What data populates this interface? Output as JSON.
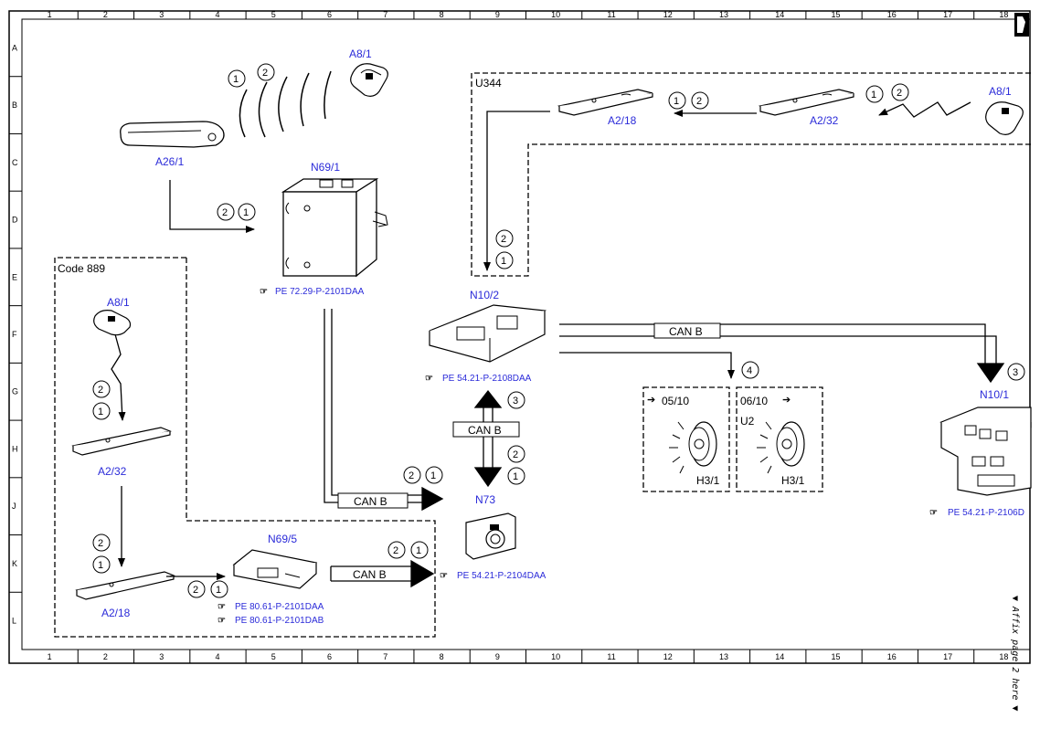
{
  "grid": {
    "columns": [
      "1",
      "2",
      "3",
      "4",
      "5",
      "6",
      "7",
      "8",
      "9",
      "10",
      "11",
      "12",
      "13",
      "14",
      "15",
      "16",
      "17",
      "18"
    ],
    "rows": [
      "A",
      "B",
      "C",
      "D",
      "E",
      "F",
      "G",
      "H",
      "J",
      "K",
      "L"
    ]
  },
  "labels": {
    "a8_1_top": "A8/1",
    "a26_1": "A26/1",
    "n69_1": "N69/1",
    "ref_n69_1": "PE 72.29-P-2101DAA",
    "u344": "U344",
    "a2_18_top": "A2/18",
    "a2_32_top": "A2/32",
    "a8_1_right": "A8/1",
    "code_889": "Code 889",
    "a8_1_left": "A8/1",
    "a2_32_left": "A2/32",
    "a2_18_left": "A2/18",
    "n69_5": "N69/5",
    "ref_n69_5_a": "PE 80.61-P-2101DAA",
    "ref_n69_5_b": "PE 80.61-P-2101DAB",
    "n10_2": "N10/2",
    "ref_n10_2": "PE 54.21-P-2108DAA",
    "n73": "N73",
    "ref_n73": "PE 54.21-P-2104DAA",
    "n10_1": "N10/1",
    "ref_n10_1": "PE 54.21-P-2106D",
    "lamp_from": "05/10",
    "lamp_to": "06/10",
    "u2": "U2",
    "h3_1_a": "H3/1",
    "h3_1_b": "H3/1",
    "bus_main": "CAN B",
    "bus_vertical": "CAN B",
    "bus_n69_1": "CAN B",
    "bus_n69_5": "CAN B",
    "affix": "Affix page 2 here"
  },
  "step_numbers": {
    "one": "1",
    "two": "2",
    "three": "3",
    "four": "4"
  },
  "colors": {
    "label_blue": "#2b2bd9",
    "line": "#000000"
  }
}
